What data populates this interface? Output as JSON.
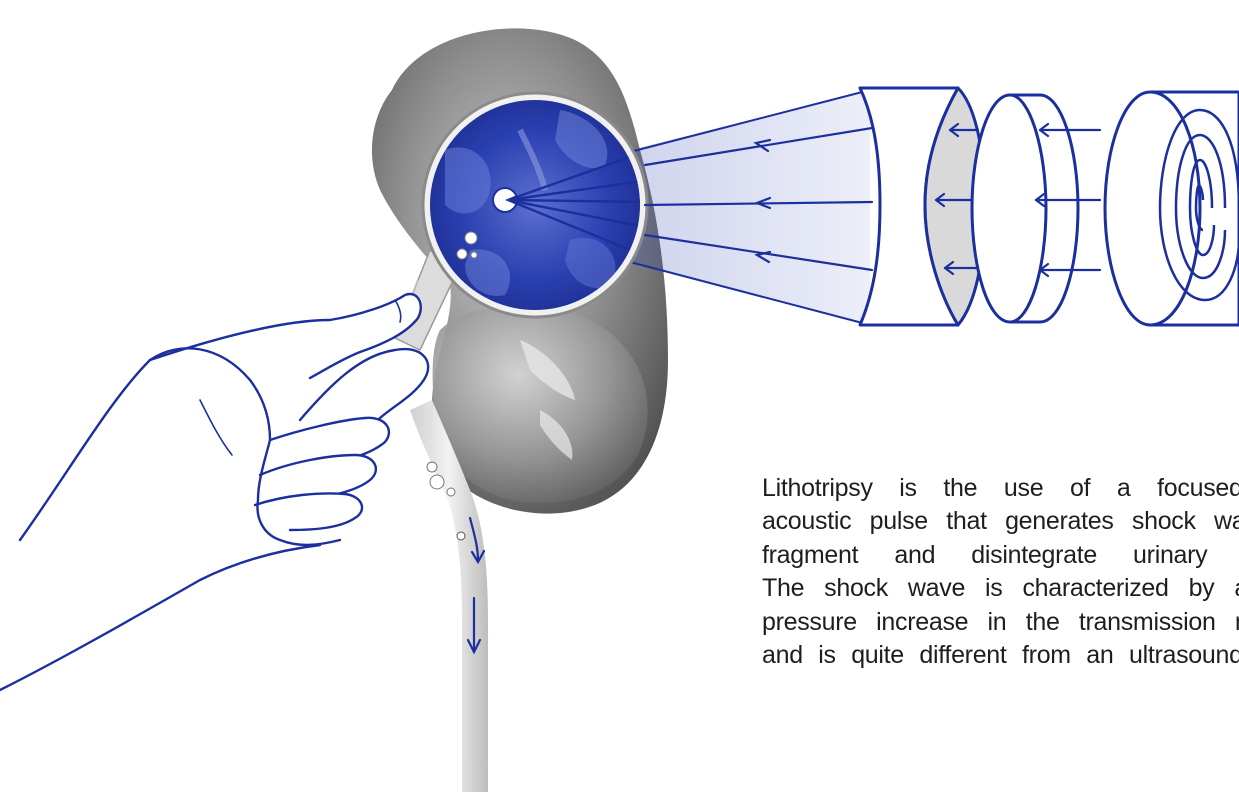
{
  "caption": {
    "lines": [
      "Lithotripsy is the use of a focused, high",
      "acoustic pulse that generates shock waves to",
      "fragment and disintegrate urinary stones.",
      "The shock wave is characterized by a rapid",
      "pressure increase in the transmission medium",
      "and is quite different from an ultrasound wave."
    ]
  },
  "colors": {
    "accent_blue": "#1c2f9e",
    "kidney_dark": "#5b5b5b",
    "kidney_mid": "#8a8a8a",
    "kidney_light": "#b5b5b5",
    "lens_fill": "#2a3fb0",
    "text": "#1e1e1e"
  },
  "icons": {
    "hand": "hand-outline-icon",
    "magnifier": "magnifying-glass-icon",
    "kidney": "kidney-icon",
    "ureter": "ureter-tube-icon",
    "transducer": "shockwave-transducer-icon"
  }
}
